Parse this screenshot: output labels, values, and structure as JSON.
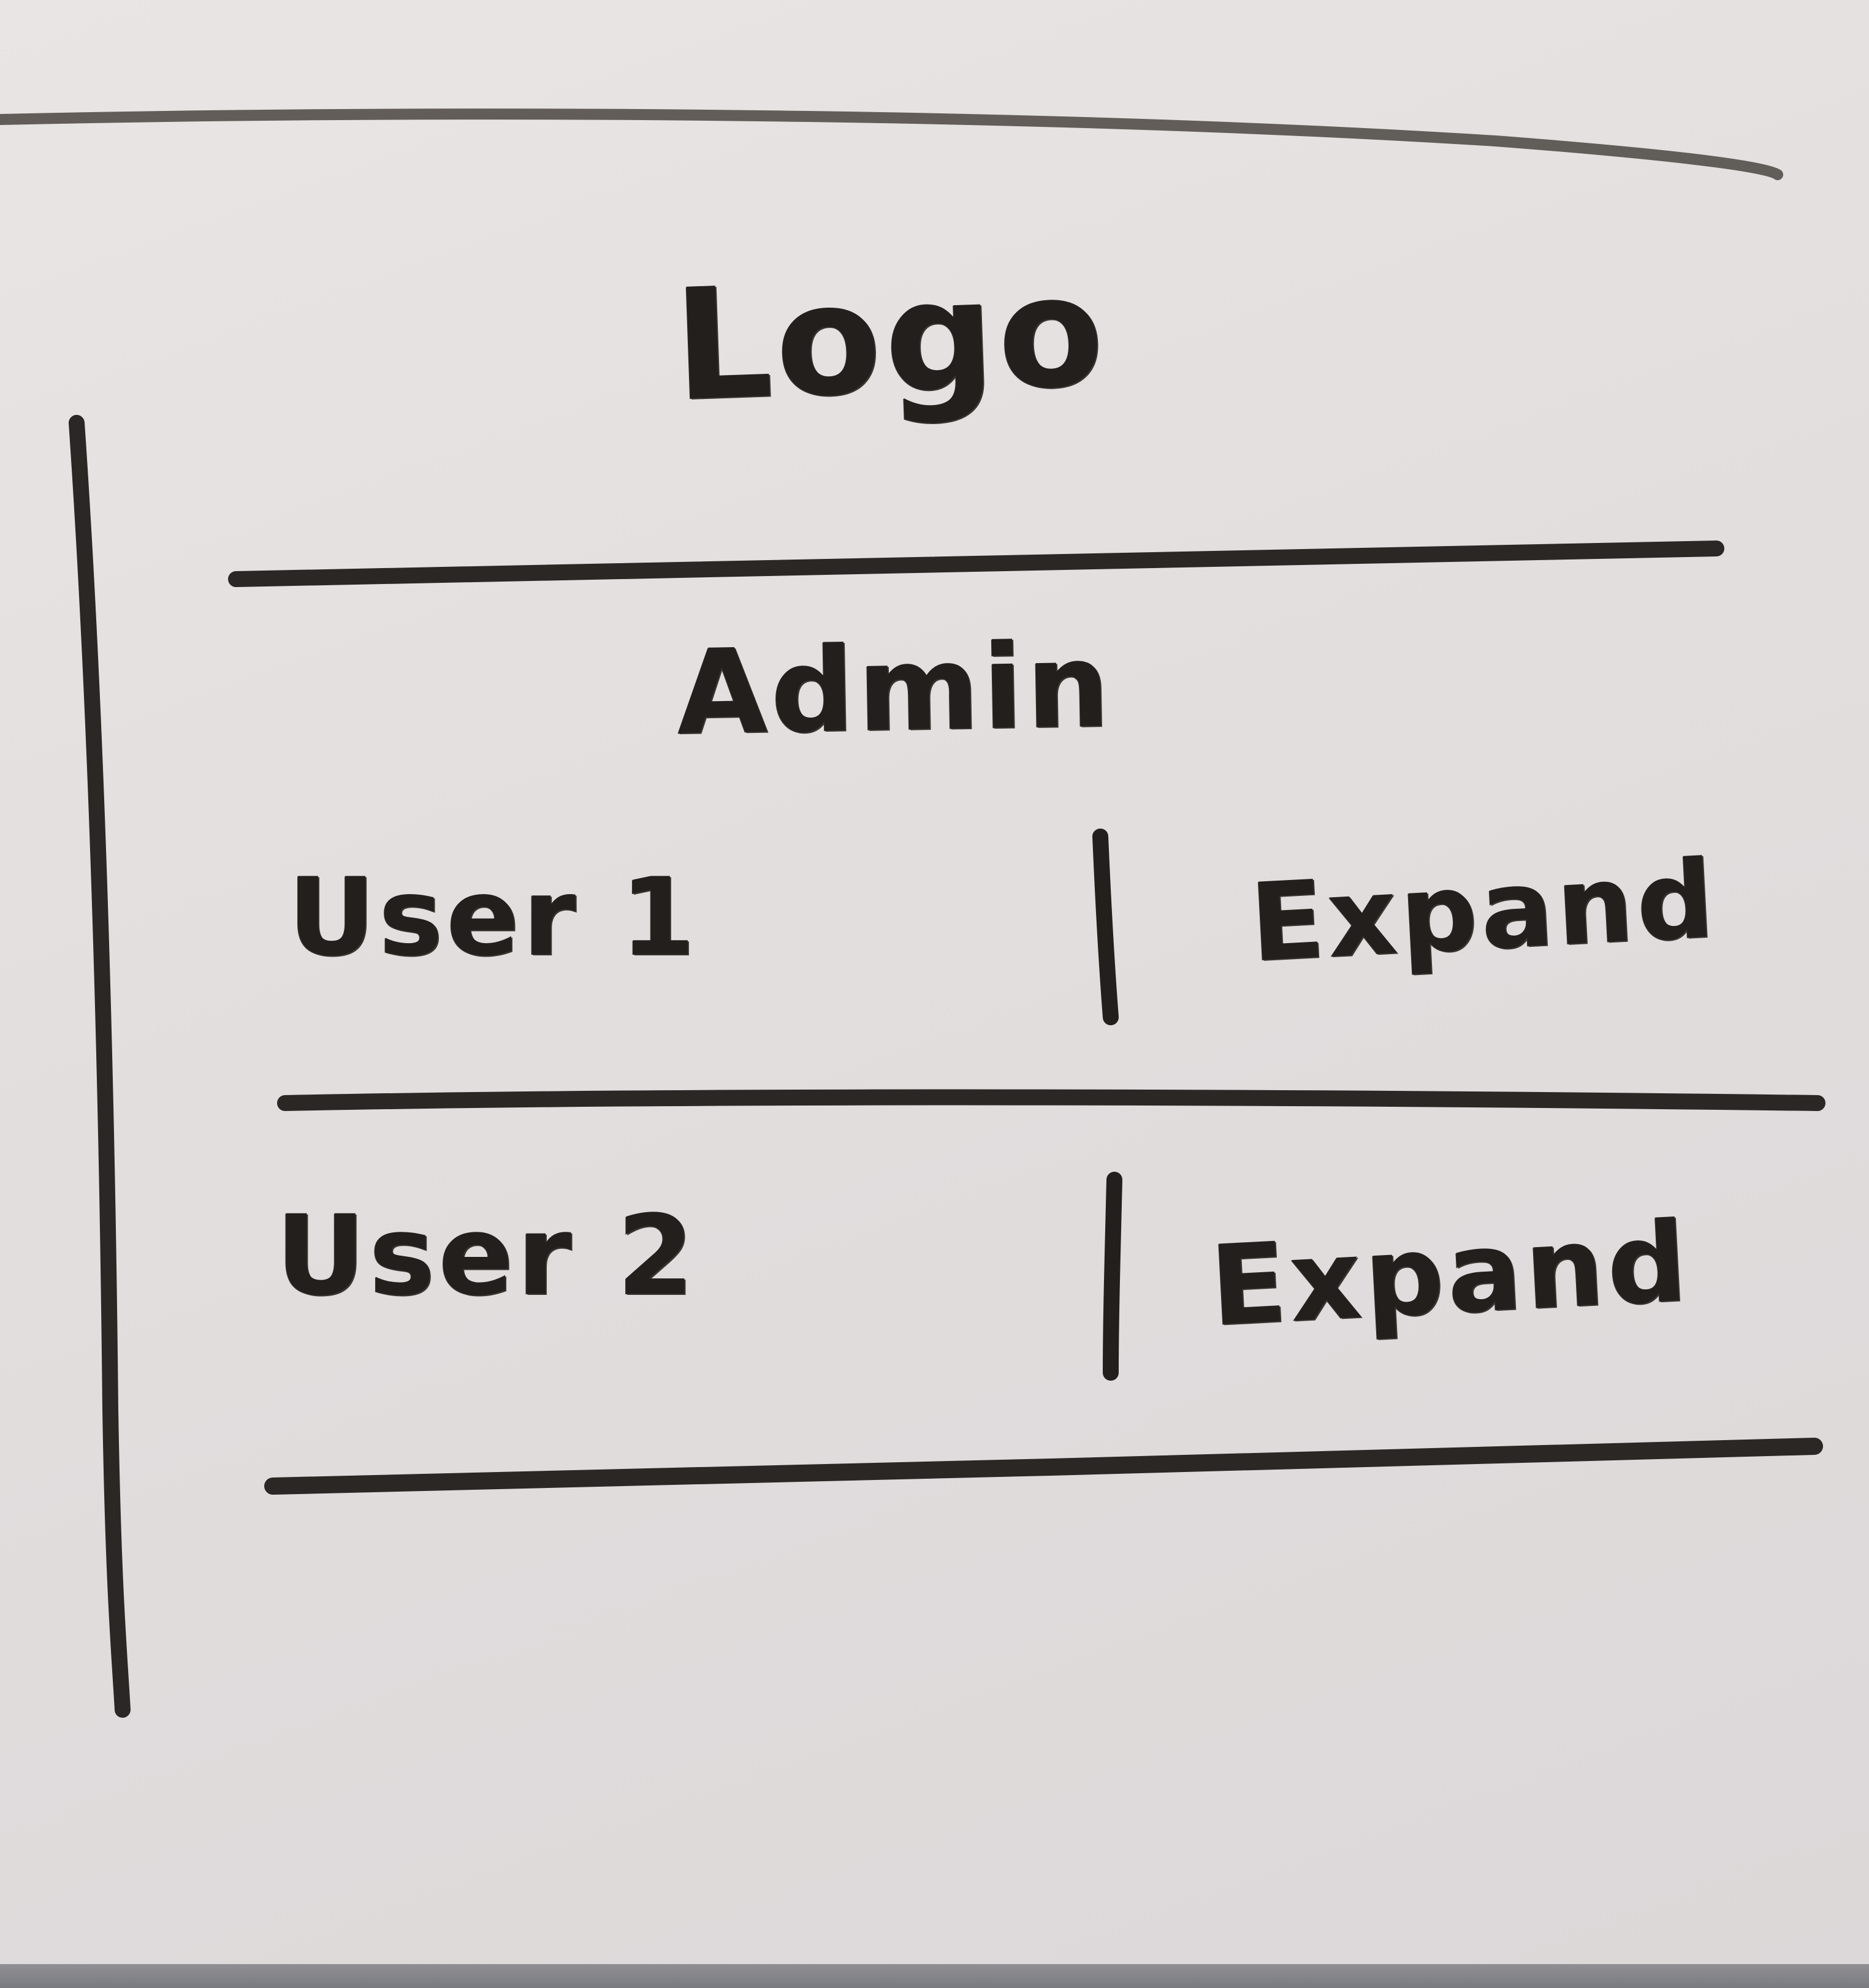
{
  "logo": {
    "label": "Logo"
  },
  "header": {
    "title": "Admin"
  },
  "users": [
    {
      "name": "User 1",
      "action": "Expand"
    },
    {
      "name": "User 2",
      "action": "Expand"
    }
  ],
  "colors": {
    "board": "#e4dfdf",
    "ink": "#231f1c",
    "frame_edge": "#7a7b80"
  }
}
